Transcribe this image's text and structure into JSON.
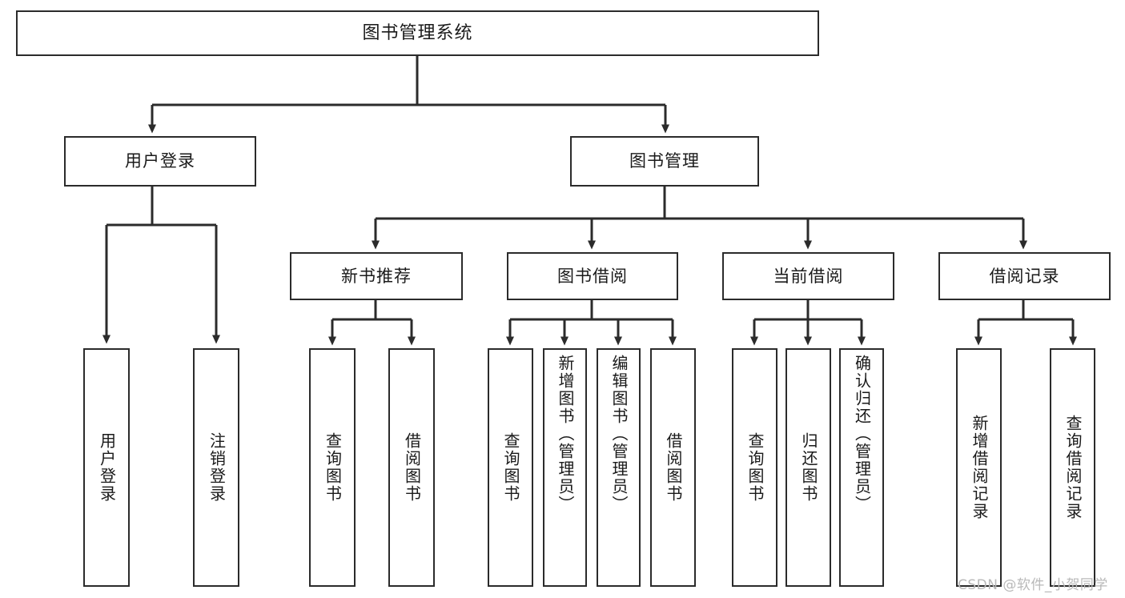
{
  "diagram": {
    "type": "tree-hierarchy-functional-decomposition",
    "root": {
      "id": "root",
      "label": "图书管理系统"
    },
    "level1": [
      {
        "id": "user-login",
        "label": "用户登录"
      },
      {
        "id": "book-management",
        "label": "图书管理"
      }
    ],
    "level2": [
      {
        "id": "new-book-recommend",
        "label": "新书推荐",
        "parent": "book-management"
      },
      {
        "id": "book-borrow",
        "label": "图书借阅",
        "parent": "book-management"
      },
      {
        "id": "current-borrow",
        "label": "当前借阅",
        "parent": "book-management"
      },
      {
        "id": "borrow-record",
        "label": "借阅记录",
        "parent": "book-management"
      }
    ],
    "leaves": [
      {
        "id": "leaf-user-login",
        "label": "用户登录",
        "parent": "user-login"
      },
      {
        "id": "leaf-logout-login",
        "label": "注销登录",
        "parent": "user-login"
      },
      {
        "id": "leaf-query-book-1",
        "label": "查询图书",
        "parent": "new-book-recommend"
      },
      {
        "id": "leaf-borrow-book-1",
        "label": "借阅图书",
        "parent": "new-book-recommend"
      },
      {
        "id": "leaf-query-book-2",
        "label": "查询图书",
        "parent": "book-borrow"
      },
      {
        "id": "leaf-add-book",
        "label": "新增图书（管理员）",
        "parent": "book-borrow"
      },
      {
        "id": "leaf-edit-book",
        "label": "编辑图书（管理员）",
        "parent": "book-borrow"
      },
      {
        "id": "leaf-borrow-book-2",
        "label": "借阅图书",
        "parent": "book-borrow"
      },
      {
        "id": "leaf-query-book-3",
        "label": "查询图书",
        "parent": "current-borrow"
      },
      {
        "id": "leaf-return-book",
        "label": "归还图书",
        "parent": "current-borrow"
      },
      {
        "id": "leaf-confirm-return",
        "label": "确认归还（管理员）",
        "parent": "current-borrow"
      },
      {
        "id": "leaf-add-record",
        "label": "新增借阅记录",
        "parent": "borrow-record"
      },
      {
        "id": "leaf-query-record",
        "label": "查询借阅记录",
        "parent": "borrow-record"
      }
    ],
    "colors": {
      "stroke": "#2b2b2b",
      "fill": "#ffffff",
      "text": "#1a1a1a",
      "watermark": "#b9b9b9"
    }
  },
  "watermark": {
    "text": "CSDN @软件_小贺同学"
  }
}
